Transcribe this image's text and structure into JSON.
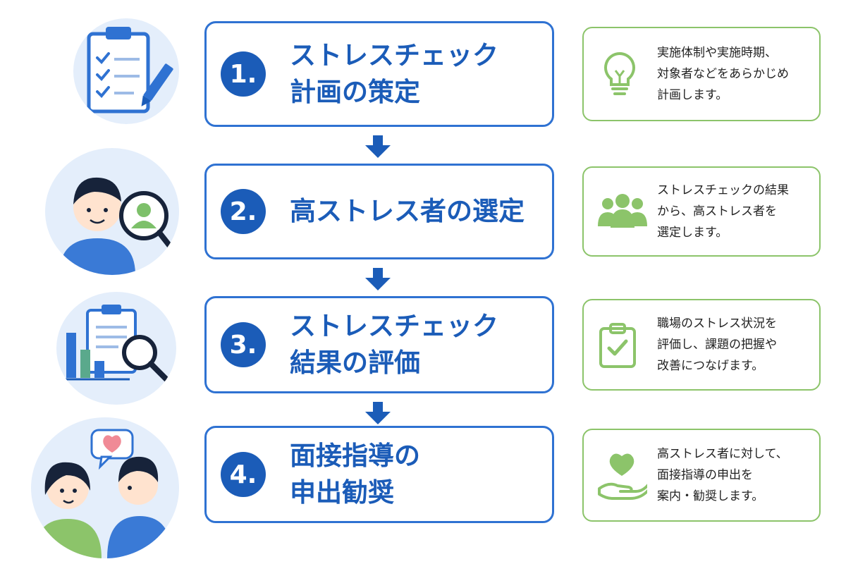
{
  "colors": {
    "primary_blue": "#1b5cb8",
    "border_blue": "#2f72d2",
    "note_green": "#8cc46a",
    "illustration_bg": "#e4eefb"
  },
  "steps": [
    {
      "number": "1.",
      "title_lines": [
        "ストレスチェック",
        "計画の策定"
      ],
      "note_lines": [
        "実施体制や実施時期、",
        "対象者などをあらかじめ",
        "計画します。"
      ],
      "illustration": "clipboard-checklist-pen",
      "note_icon": "lightbulb-icon"
    },
    {
      "number": "2.",
      "title_lines": [
        "高ストレス者の選定"
      ],
      "note_lines": [
        "ストレスチェックの結果",
        "から、高ストレス者を",
        "選定します。"
      ],
      "illustration": "person-with-magnifier",
      "note_icon": "group-people-icon"
    },
    {
      "number": "3.",
      "title_lines": [
        "ストレスチェック",
        "結果の評価"
      ],
      "note_lines": [
        "職場のストレス状況を",
        "評価し、課題の把握や",
        "改善につなげます。"
      ],
      "illustration": "bar-chart-clipboard-magnifier",
      "note_icon": "clipboard-check-icon"
    },
    {
      "number": "4.",
      "title_lines": [
        "面接指導の",
        "申出勧奨"
      ],
      "note_lines": [
        "高ストレス者に対して、",
        "面接指導の申出を",
        "案内・勧奨します。"
      ],
      "illustration": "two-people-conversation-heart",
      "note_icon": "hand-heart-icon"
    }
  ]
}
